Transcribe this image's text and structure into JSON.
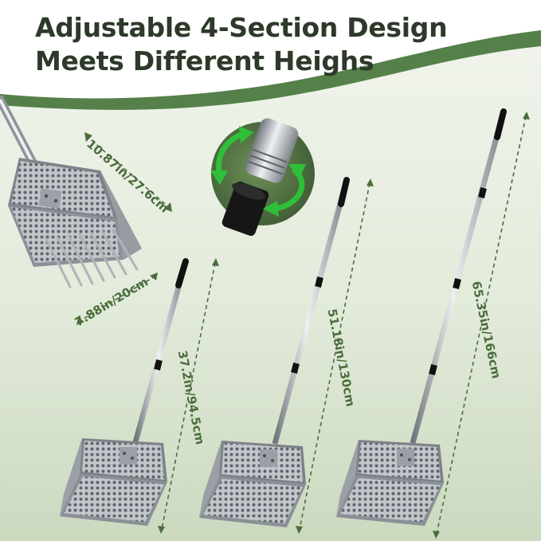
{
  "headline": {
    "line1": "Adjustable 4-Section Design",
    "line2": "Meets Different Heighs"
  },
  "dimensions": {
    "scoop_length": "10.87in/27.6cm",
    "scoop_width": "7.88in/20cm",
    "short_length": "37.2in/94.5cm",
    "medium_length": "51.18in/130cm",
    "long_length": "65.35in/166cm"
  },
  "colors": {
    "accent": "#4a6d3c",
    "headline": "#2d3a2a",
    "twist_arrows": "#2fbf3a"
  },
  "icons": {
    "twist": "twist-lock-icon"
  }
}
